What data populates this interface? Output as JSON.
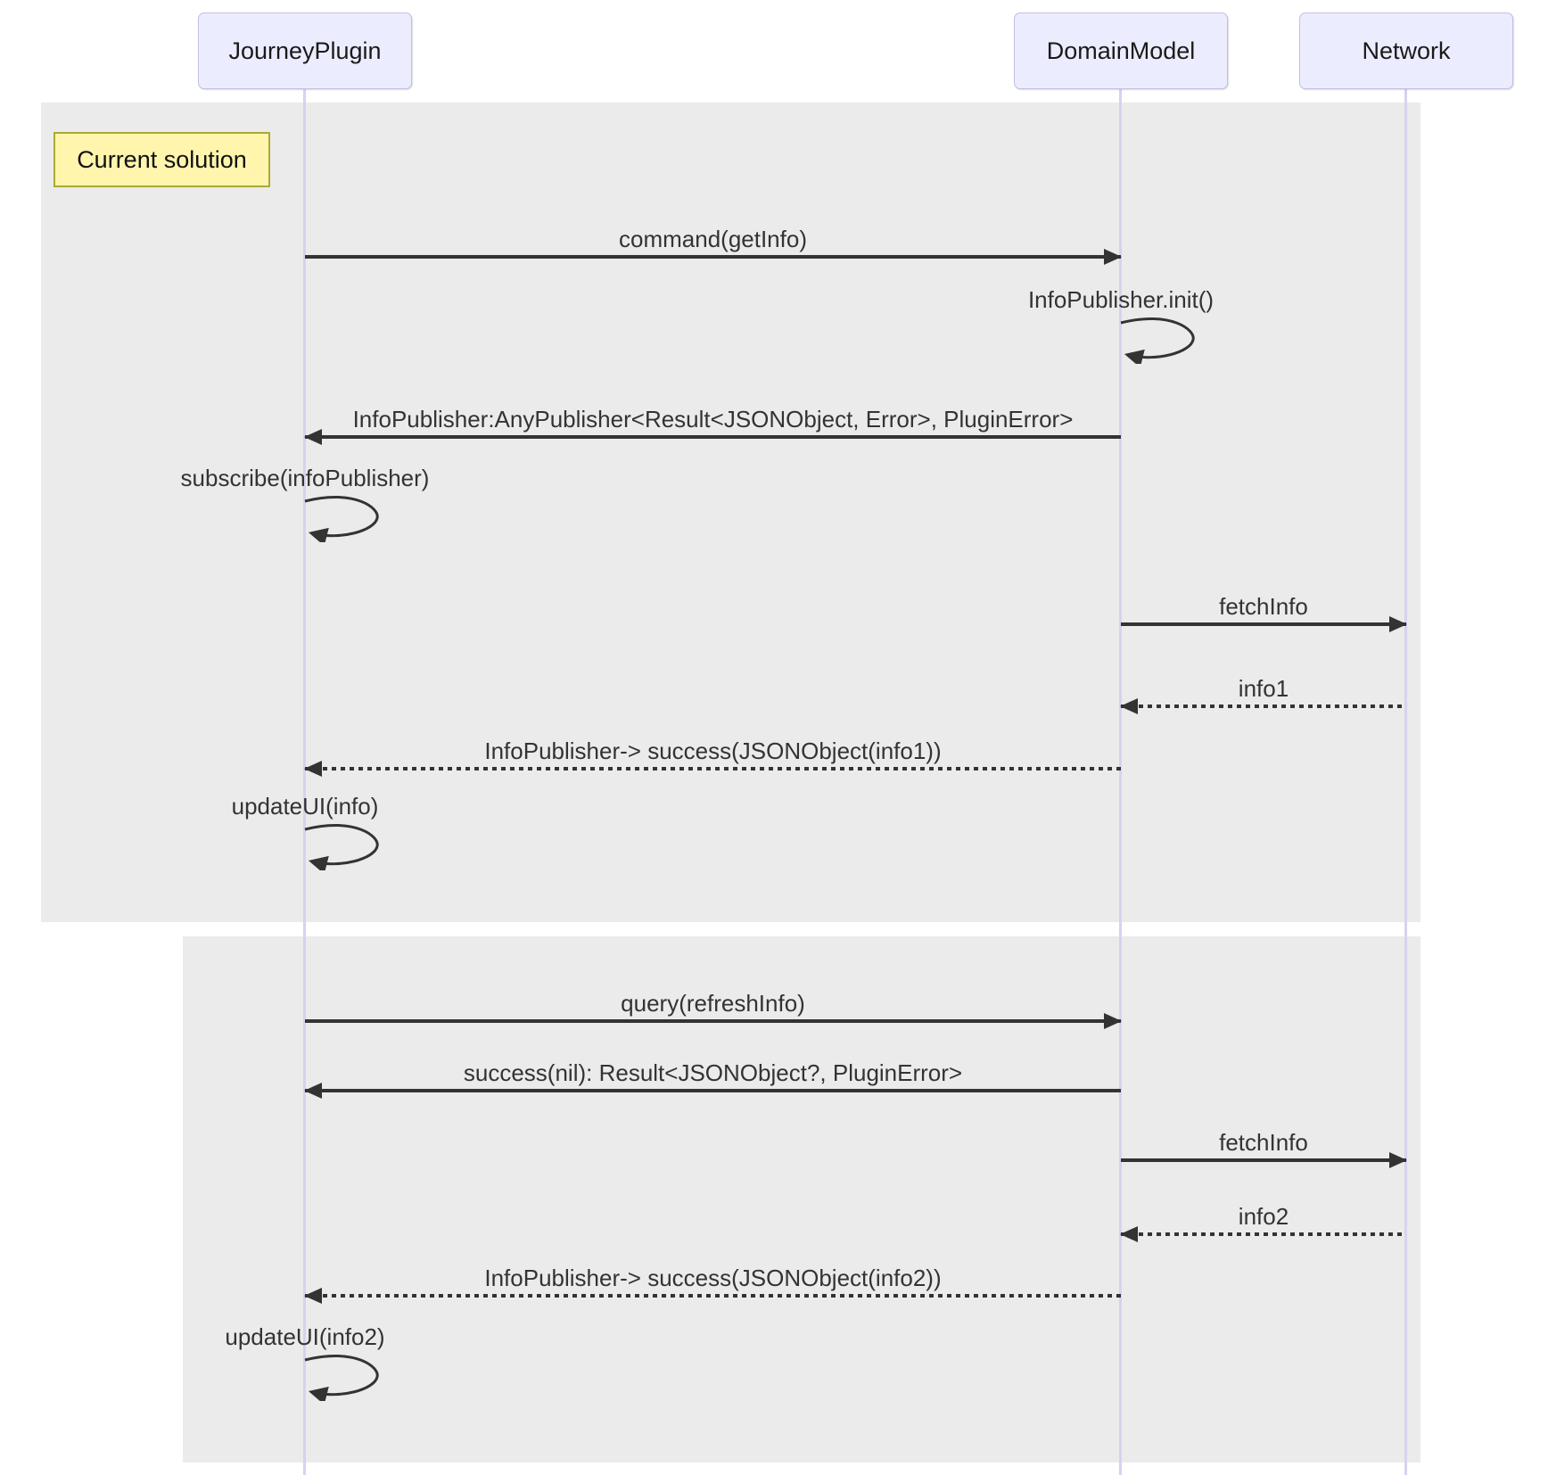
{
  "diagram": {
    "type": "sequence",
    "participants": [
      {
        "name": "JourneyPlugin"
      },
      {
        "name": "DomainModel"
      },
      {
        "name": "Network"
      }
    ],
    "note": {
      "label": "Current solution"
    },
    "messages": [
      {
        "text": "command(getInfo)",
        "from": "JourneyPlugin",
        "to": "DomainModel",
        "line": "solid"
      },
      {
        "text": "InfoPublisher.init()",
        "from": "DomainModel",
        "to": "DomainModel",
        "line": "self"
      },
      {
        "text": "InfoPublisher:AnyPublisher<Result<JSONObject, Error>, PluginError>",
        "from": "DomainModel",
        "to": "JourneyPlugin",
        "line": "solid"
      },
      {
        "text": "subscribe(infoPublisher)",
        "from": "JourneyPlugin",
        "to": "JourneyPlugin",
        "line": "self"
      },
      {
        "text": "fetchInfo",
        "from": "DomainModel",
        "to": "Network",
        "line": "solid"
      },
      {
        "text": "info1",
        "from": "Network",
        "to": "DomainModel",
        "line": "dashed"
      },
      {
        "text": "InfoPublisher-> success(JSONObject(info1))",
        "from": "DomainModel",
        "to": "JourneyPlugin",
        "line": "dashed"
      },
      {
        "text": "updateUI(info)",
        "from": "JourneyPlugin",
        "to": "JourneyPlugin",
        "line": "self"
      },
      {
        "text": "query(refreshInfo)",
        "from": "JourneyPlugin",
        "to": "DomainModel",
        "line": "solid"
      },
      {
        "text": "success(nil): Result<JSONObject?, PluginError>",
        "from": "DomainModel",
        "to": "JourneyPlugin",
        "line": "solid"
      },
      {
        "text": "fetchInfo",
        "from": "DomainModel",
        "to": "Network",
        "line": "solid"
      },
      {
        "text": "info2",
        "from": "Network",
        "to": "DomainModel",
        "line": "dashed"
      },
      {
        "text": "InfoPublisher-> success(JSONObject(info2))",
        "from": "DomainModel",
        "to": "JourneyPlugin",
        "line": "dashed"
      },
      {
        "text": "updateUI(info2)",
        "from": "JourneyPlugin",
        "to": "JourneyPlugin",
        "line": "self"
      }
    ],
    "colors": {
      "actor_fill": "#ececff",
      "actor_border": "#c3bfe0",
      "lifeline": "#d8d2f0",
      "block_fill": "#ebebeb",
      "note_fill": "#fff5ad",
      "note_border": "#aaaa33",
      "arrow": "#333333",
      "text": "#333333"
    }
  }
}
